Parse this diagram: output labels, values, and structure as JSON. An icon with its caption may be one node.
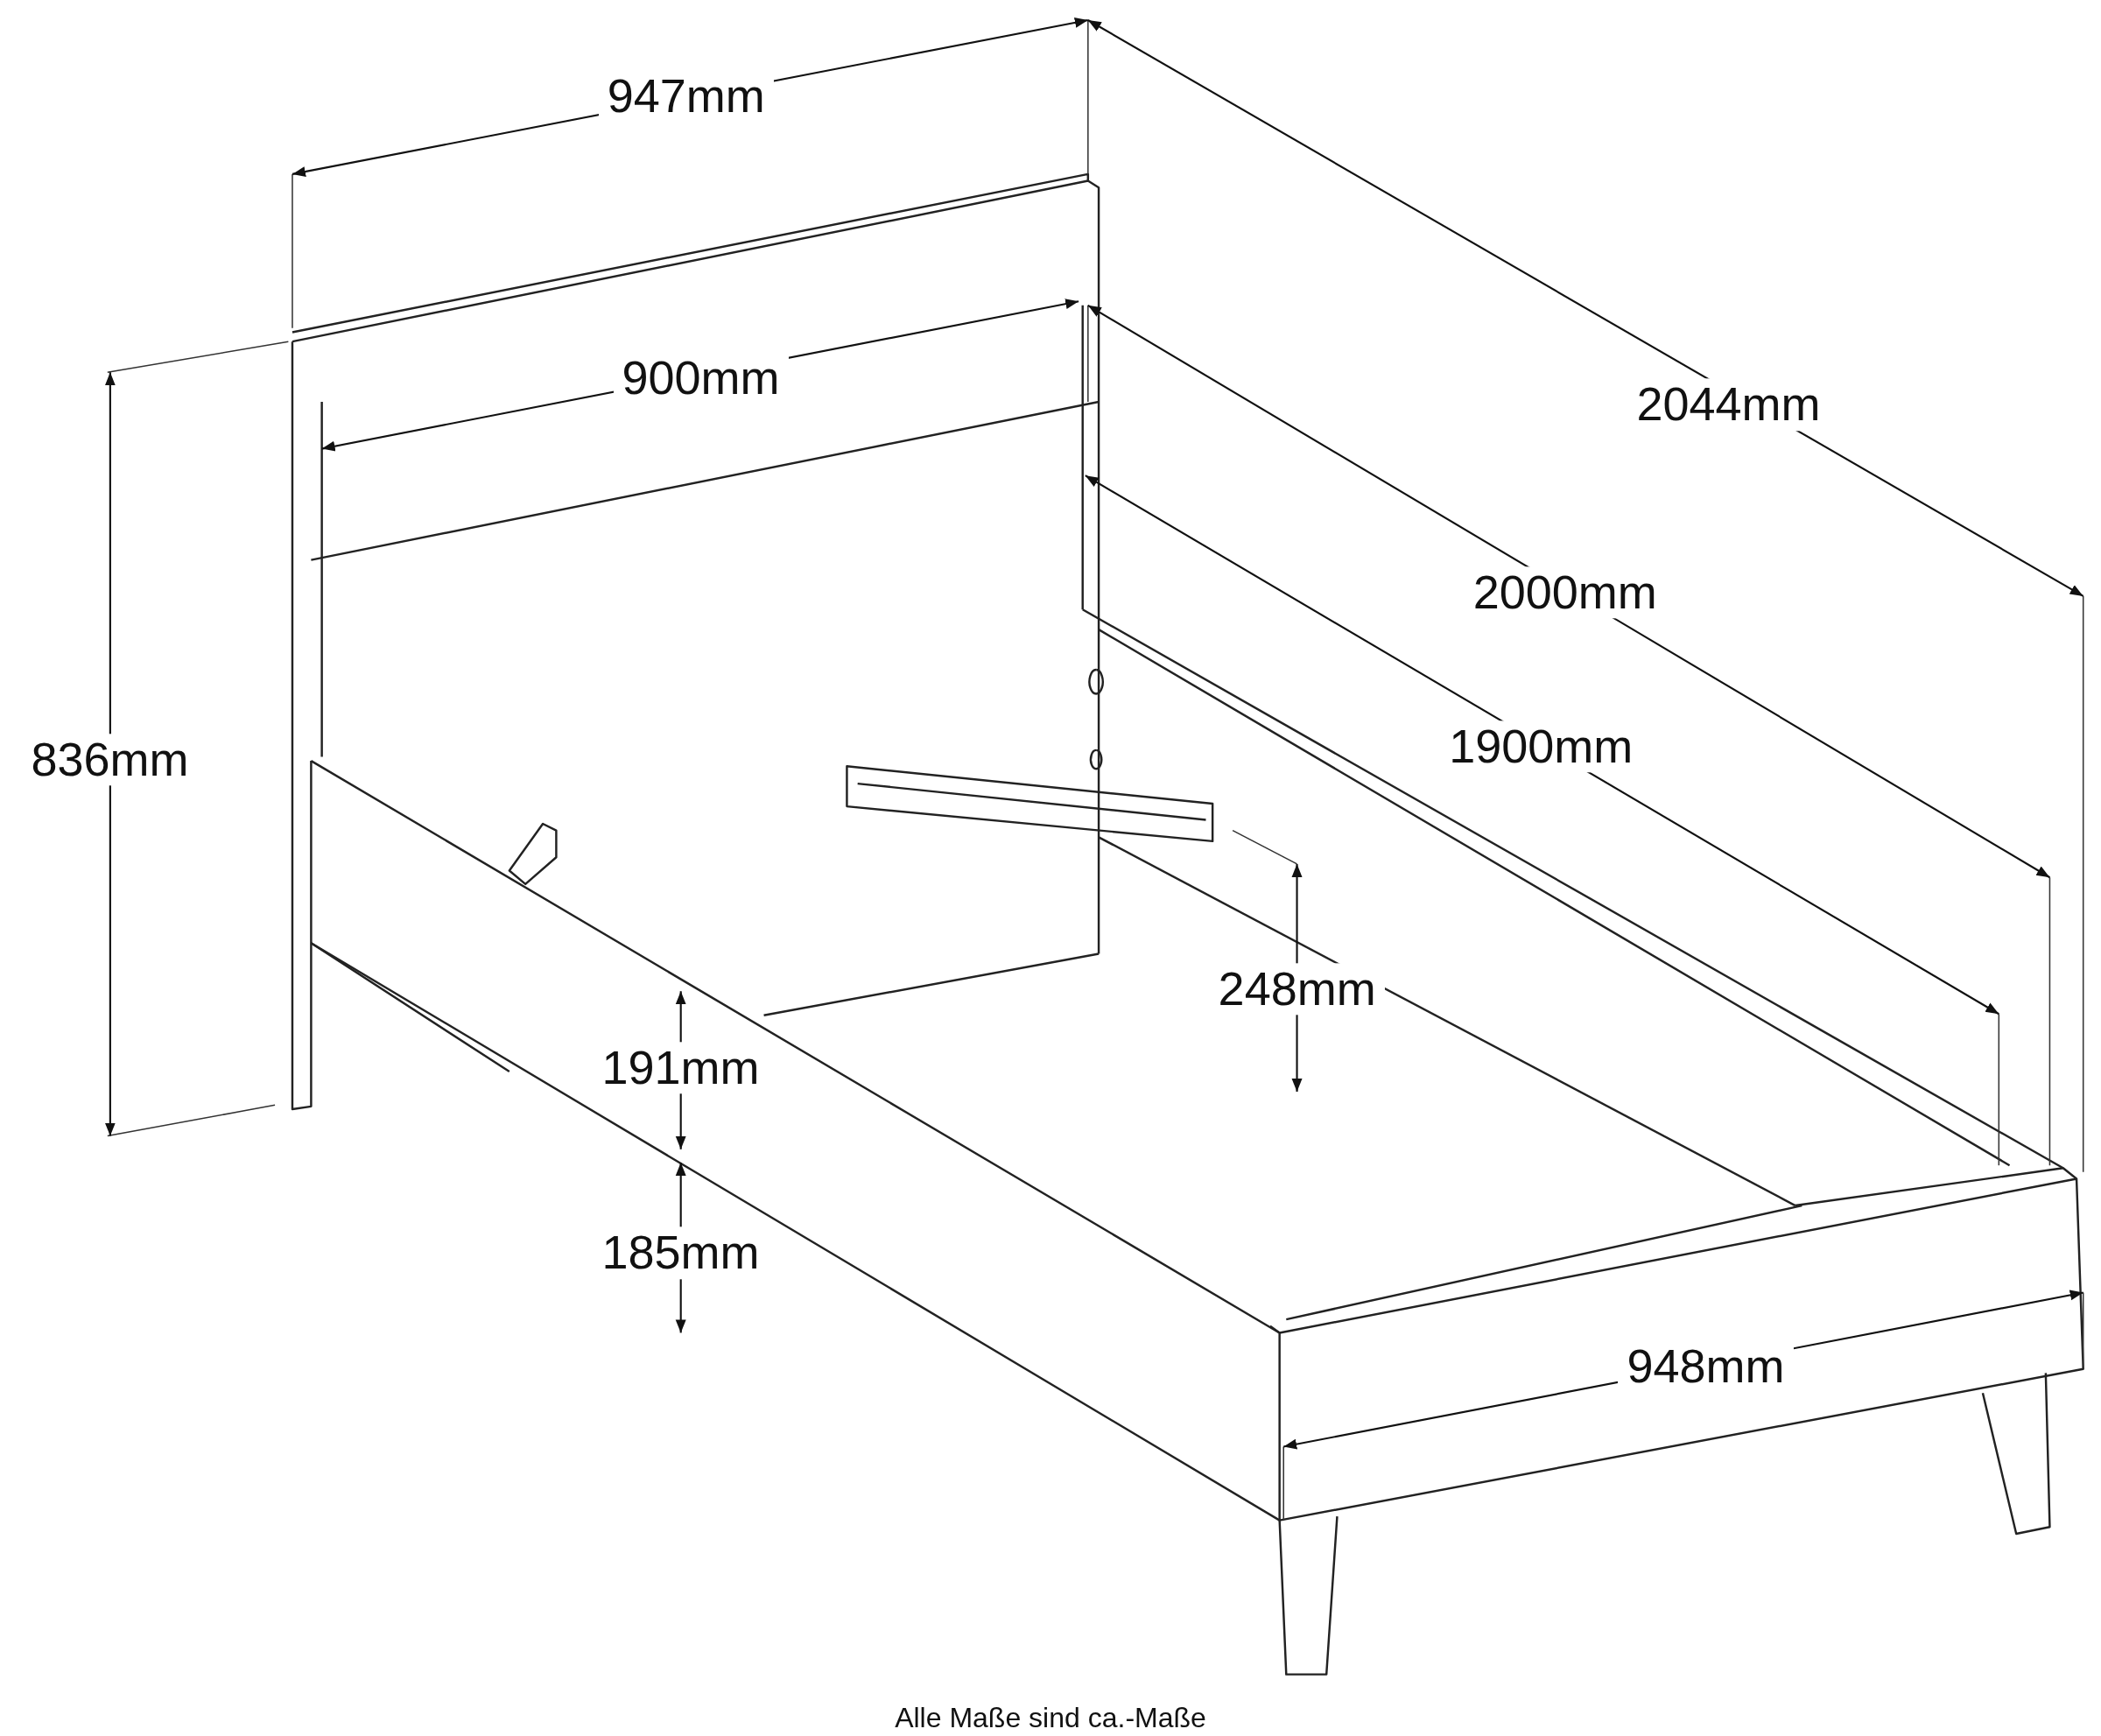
{
  "diagram": {
    "caption": "Alle Maße sind ca.-Maße",
    "labels": [
      "947mm",
      "2044mm",
      "900mm",
      "2000mm",
      "836mm",
      "1900mm",
      "248mm",
      "191mm",
      "185mm",
      "948mm"
    ]
  }
}
